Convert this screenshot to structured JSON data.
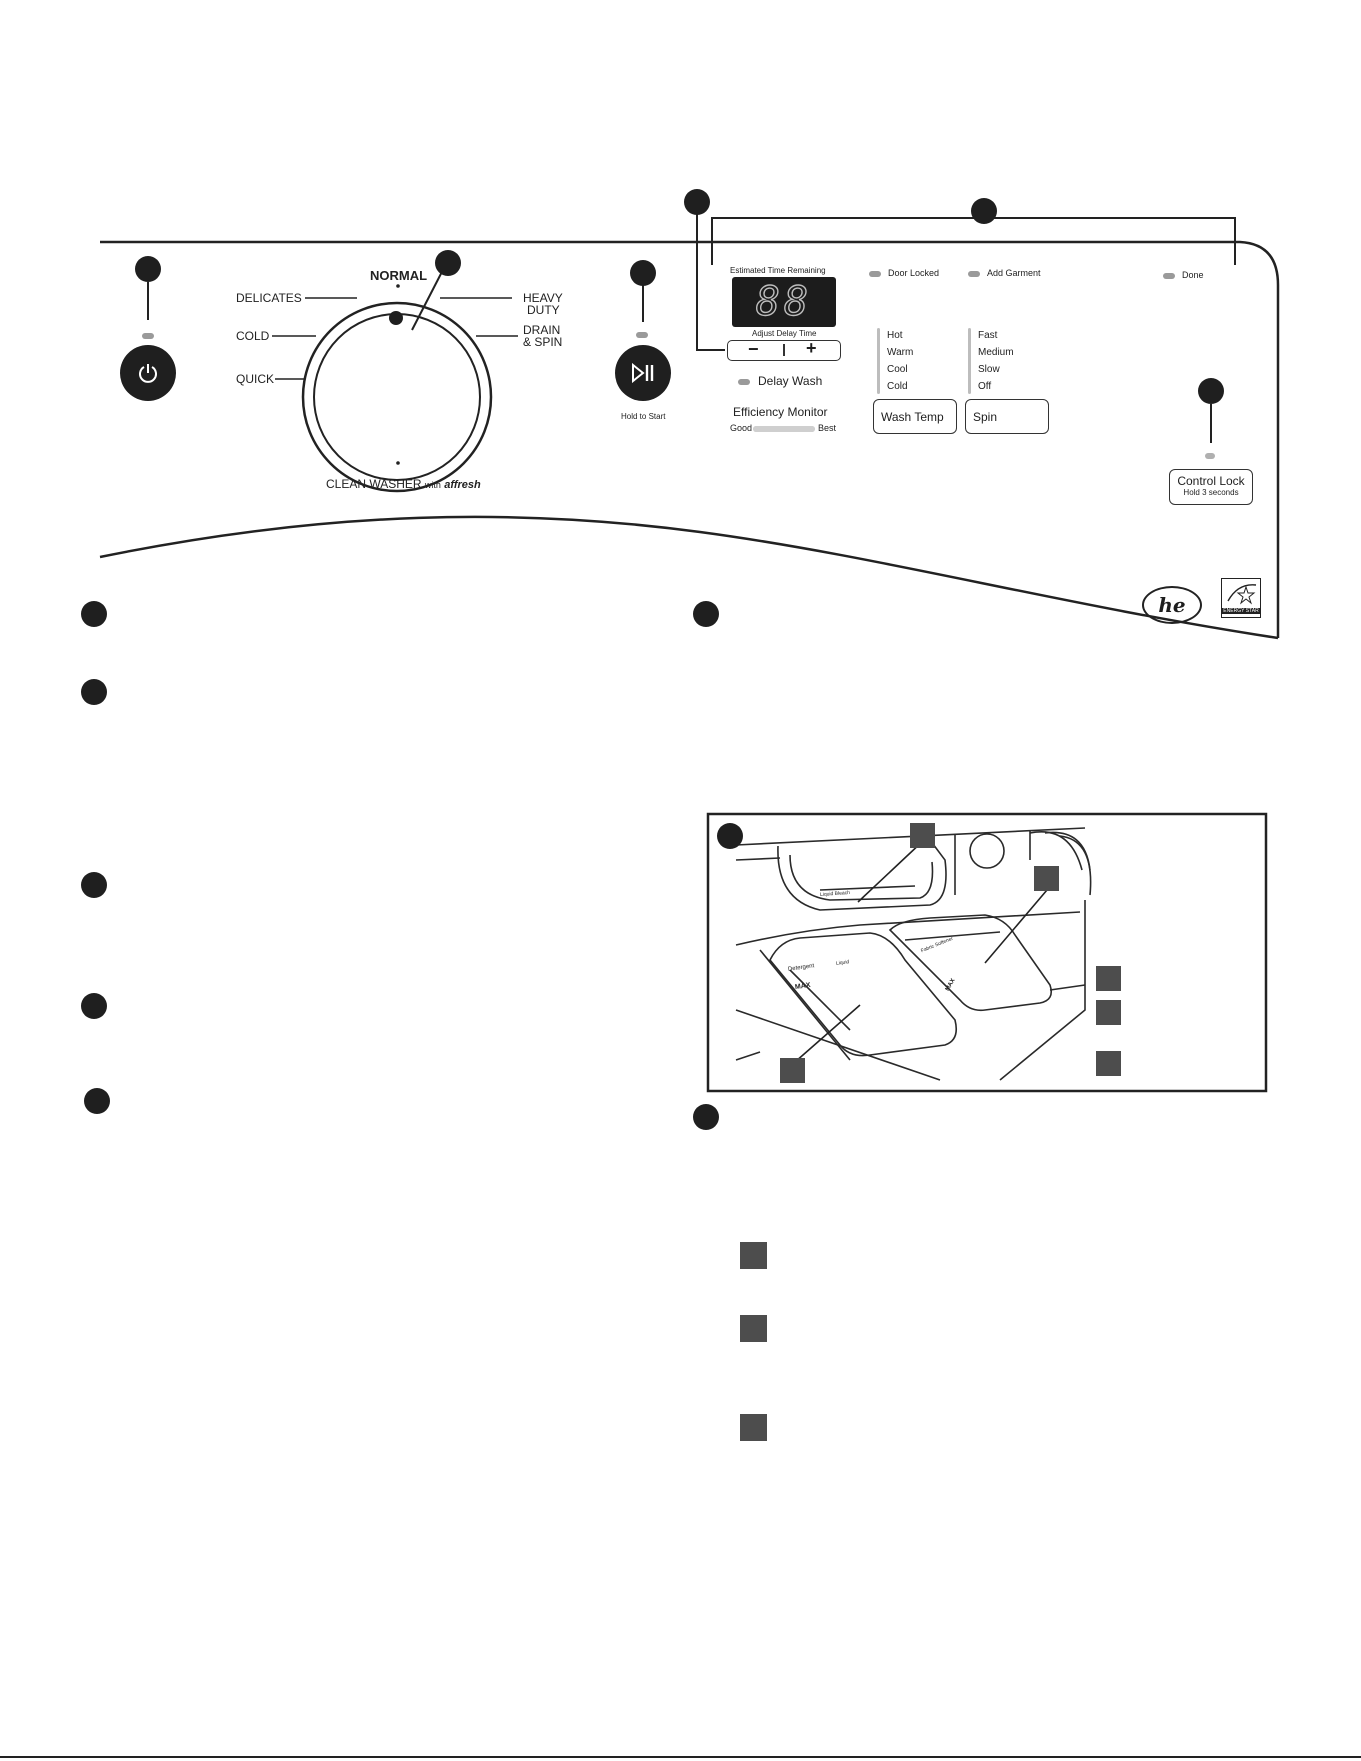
{
  "dial": {
    "normal": "NORMAL",
    "delicates": "DELICATES",
    "cold": "COLD",
    "quick": "QUICK",
    "heavy_duty_1": "HEAVY",
    "heavy_duty_2": "DUTY",
    "drain_spin_1": "DRAIN",
    "drain_spin_2": "& SPIN",
    "clean_washer": "CLEAN WASHER",
    "clean_with": "with",
    "clean_brand": "affresh"
  },
  "start": {
    "hold_label": "Hold to Start"
  },
  "display": {
    "estimated_label": "Estimated Time Remaining",
    "digits": "88",
    "adjust_label": "Adjust Delay Time",
    "minus": "−",
    "plus": "+",
    "delay_wash": "Delay Wash"
  },
  "efficiency": {
    "title": "Efficiency Monitor",
    "good": "Good",
    "best": "Best"
  },
  "status": {
    "door_locked": "Door Locked",
    "add_garment": "Add Garment",
    "done": "Done"
  },
  "wash_temp": {
    "options": [
      "Hot",
      "Warm",
      "Cool",
      "Cold"
    ],
    "button": "Wash Temp"
  },
  "spin": {
    "options": [
      "Fast",
      "Medium",
      "Slow",
      "Off"
    ],
    "button": "Spin"
  },
  "control_lock": {
    "label": "Control Lock",
    "sub": "Hold 3 seconds"
  },
  "logos": {
    "he": "he",
    "energy_star": "ENERGY STAR"
  },
  "dispenser": {
    "detergent": "Detergent",
    "liquid": "Liquid",
    "max": "MAX",
    "fabric_softener": "Fabric Softener",
    "liquid_bleach": "Liquid Bleach"
  }
}
